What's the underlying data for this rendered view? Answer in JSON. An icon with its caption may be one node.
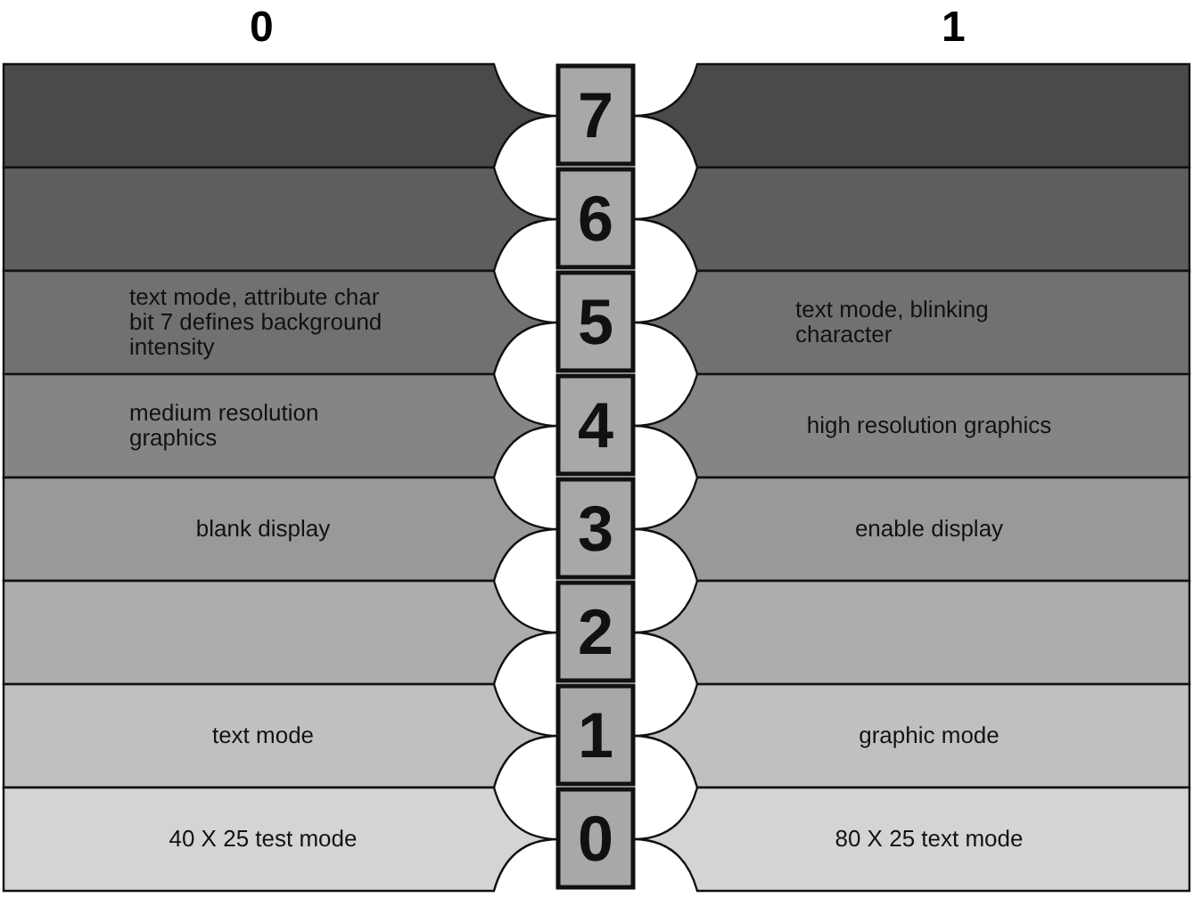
{
  "diagram": {
    "nodes": [
      {
        "text": [],
        "shape": "bar"
      },
      {
        "text": [
          "7"
        ]
      },
      {
        "text": [],
        "shape": "bar"
      },
      {
        "text": [],
        "shape": "bar"
      },
      {
        "text": [
          "6"
        ]
      },
      {
        "text": [],
        "shape": "bar"
      },
      {
        "text": [
          "text mode, attribute char bit 7 defines background intensity"
        ]
      },
      {
        "text": [
          "5"
        ]
      },
      {
        "text": [
          "text mode, blinking character"
        ]
      },
      {
        "text": [
          "medium resolution graphics"
        ]
      },
      {
        "text": [
          "4"
        ]
      },
      {
        "text": [
          "high resolution graphics"
        ]
      },
      {
        "text": [
          "blank display"
        ]
      },
      {
        "text": [
          "3"
        ]
      },
      {
        "text": [
          "enable display"
        ]
      },
      {
        "text": [],
        "shape": "bar"
      },
      {
        "text": [
          "2"
        ]
      },
      {
        "text": [],
        "shape": "bar"
      },
      {
        "text": [
          "text mode"
        ]
      },
      {
        "text": [
          "1"
        ]
      },
      {
        "text": [
          "graphic mode"
        ]
      },
      {
        "text": [
          "40 X 25 test mode"
        ]
      },
      {
        "text": [
          "0"
        ]
      },
      {
        "text": [
          "80 X 25 text mode"
        ]
      }
    ],
    "labels": [
      "0",
      "1"
    ]
  }
}
